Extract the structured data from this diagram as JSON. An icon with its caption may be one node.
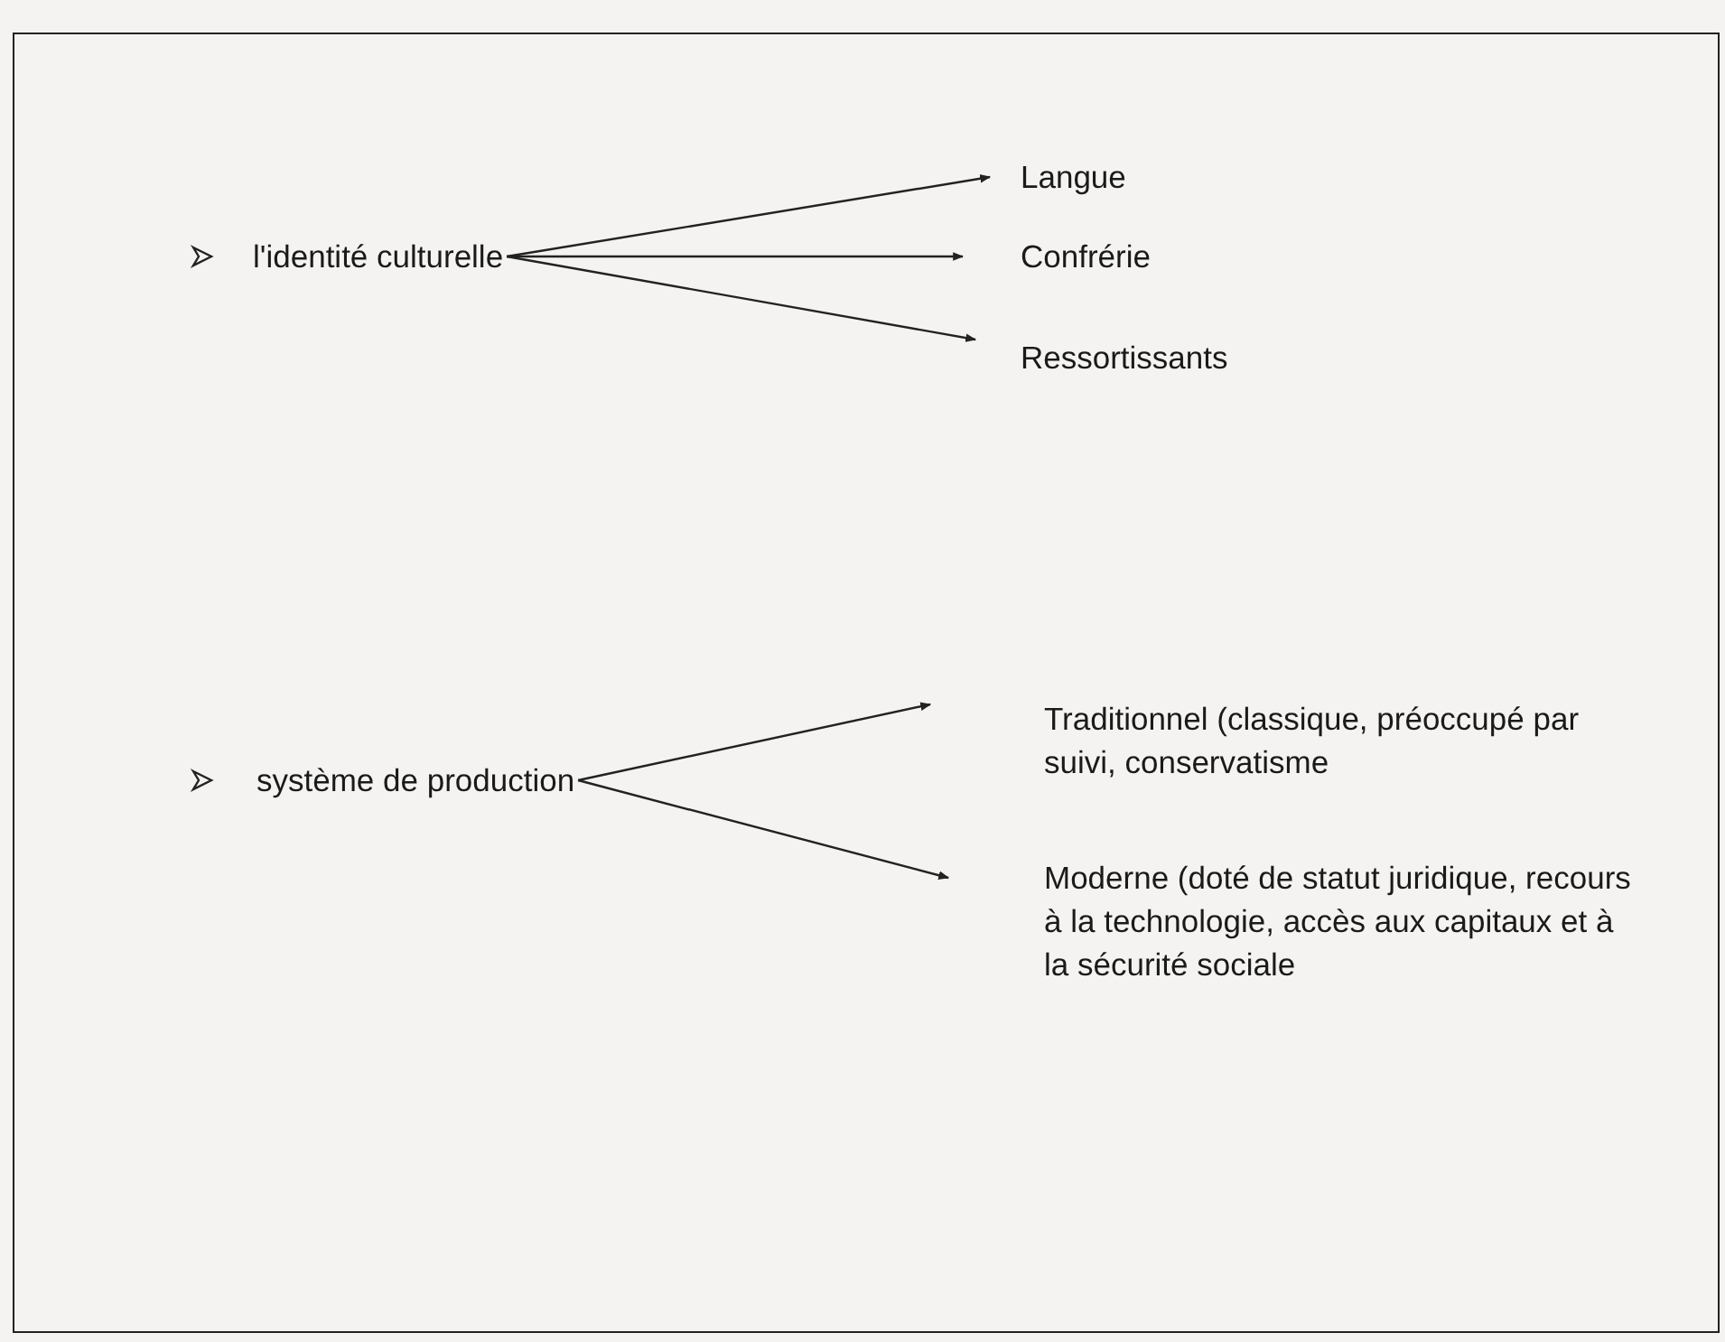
{
  "diagram": {
    "nodes": [
      {
        "text": [
          "l'identité culturelle"
        ]
      },
      {
        "text": [
          "Langue"
        ]
      },
      {
        "text": [
          "Confrérie"
        ]
      },
      {
        "text": [
          "Ressortissants"
        ]
      },
      {
        "text": [
          "système de production"
        ]
      },
      {
        "text": [
          "Traditionnel (classique, préoccupé par suivi, conservatisme"
        ]
      },
      {
        "text": [
          "Moderne (doté de statut juridique, recours à la technologie, accès aux capitaux et à la sécurité sociale"
        ]
      }
    ],
    "edges": [
      {
        "from": 0,
        "to": 1,
        "arrow": "to"
      },
      {
        "from": 0,
        "to": 2,
        "arrow": "to"
      },
      {
        "from": 0,
        "to": 3,
        "arrow": "to"
      },
      {
        "from": 4,
        "to": 5,
        "arrow": "to"
      },
      {
        "from": 4,
        "to": 6,
        "arrow": "to"
      }
    ]
  }
}
